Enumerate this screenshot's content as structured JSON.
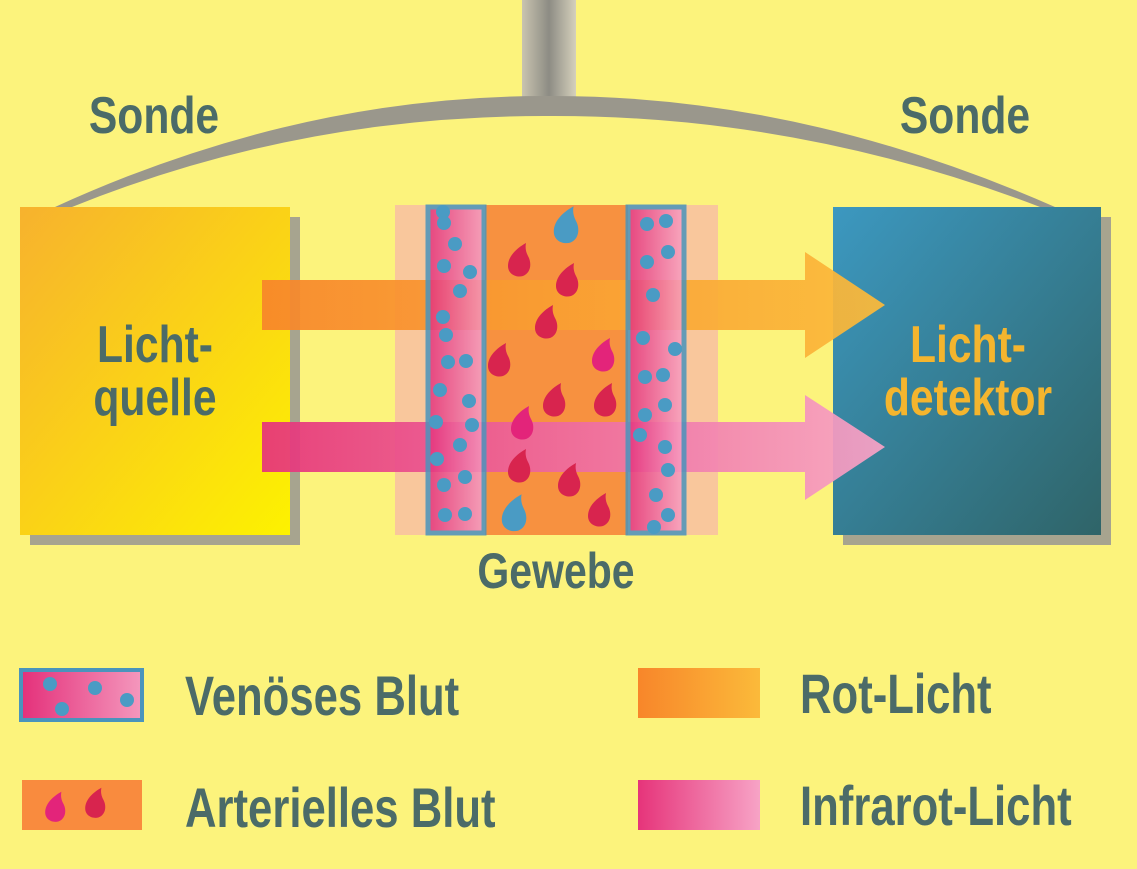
{
  "diagram": {
    "probe_left_label": "Sonde",
    "probe_right_label": "Sonde",
    "light_source": {
      "line1": "Licht-",
      "line2": "quelle"
    },
    "light_detector": {
      "line1": "Licht-",
      "line2": "detektor"
    },
    "tissue_label": "Gewebe"
  },
  "legend": {
    "venous": "Venöses Blut",
    "arterial": "Arterielles Blut",
    "red_light": "Rot-Licht",
    "infrared_light": "Infrarot-Licht"
  },
  "colors": {
    "background": "#fcf37c",
    "text": "#4b6b68",
    "red_light": "#f8922c",
    "infrared_light": "#e8357a",
    "venous_border": "#4a94bc",
    "arterial_drop": "#d8244e",
    "detector": "#3a8fb2"
  }
}
